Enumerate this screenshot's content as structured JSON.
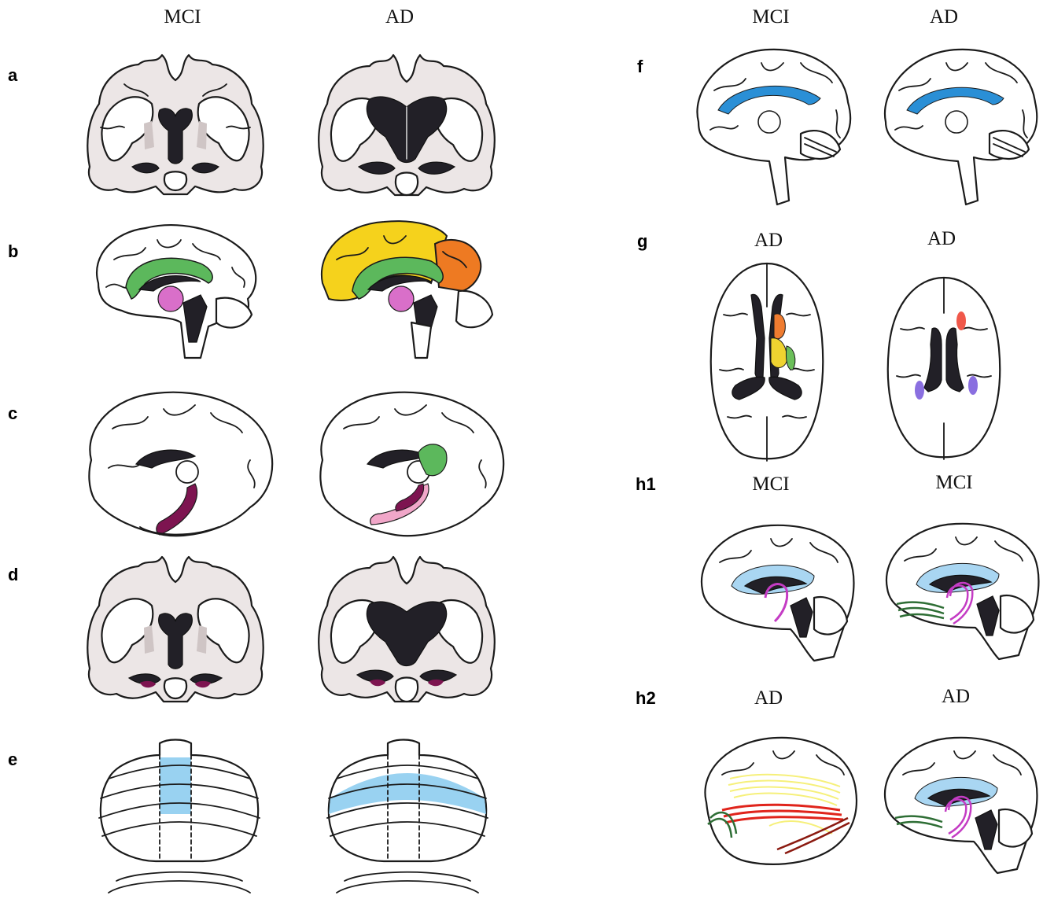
{
  "headers": {
    "left_col1": "MCI",
    "left_col2": "AD",
    "f_col1": "MCI",
    "f_col2": "AD",
    "g_col1": "AD",
    "g_col2": "AD",
    "h1_col1": "MCI",
    "h1_col2": "MCI",
    "h2_col1": "AD",
    "h2_col2": "AD"
  },
  "panel_labels": {
    "a": "a",
    "b": "b",
    "c": "c",
    "d": "d",
    "e": "e",
    "f": "f",
    "g": "g",
    "h1": "h1",
    "h2": "h2"
  },
  "colors": {
    "ventricle": "#222027",
    "cingulate_green": "#5cb85c",
    "thalamus_pink": "#d96fc9",
    "frontal_yellow": "#f5d21c",
    "occipital_orange": "#ee7a22",
    "hippocampus_purple": "#7d1450",
    "hippocampus_light_pink": "#f1a7c9",
    "cerebellum_blue": "#8ecdf0",
    "corpus_callosum_blue": "#2a8fd6",
    "striatum_orange": "#ef7c30",
    "striatum_yellow": "#efd330",
    "striatum_green": "#6bbf5a",
    "focal_red": "#f0584a",
    "focal_violet": "#8a6fe0",
    "tract_magenta": "#c43cc4",
    "tract_green": "#2e6e35",
    "tract_red": "#e0241b",
    "tract_darkred": "#8b1a10",
    "tract_yellow": "#f6f07a",
    "cc_lightblue": "#a9d6f2"
  }
}
